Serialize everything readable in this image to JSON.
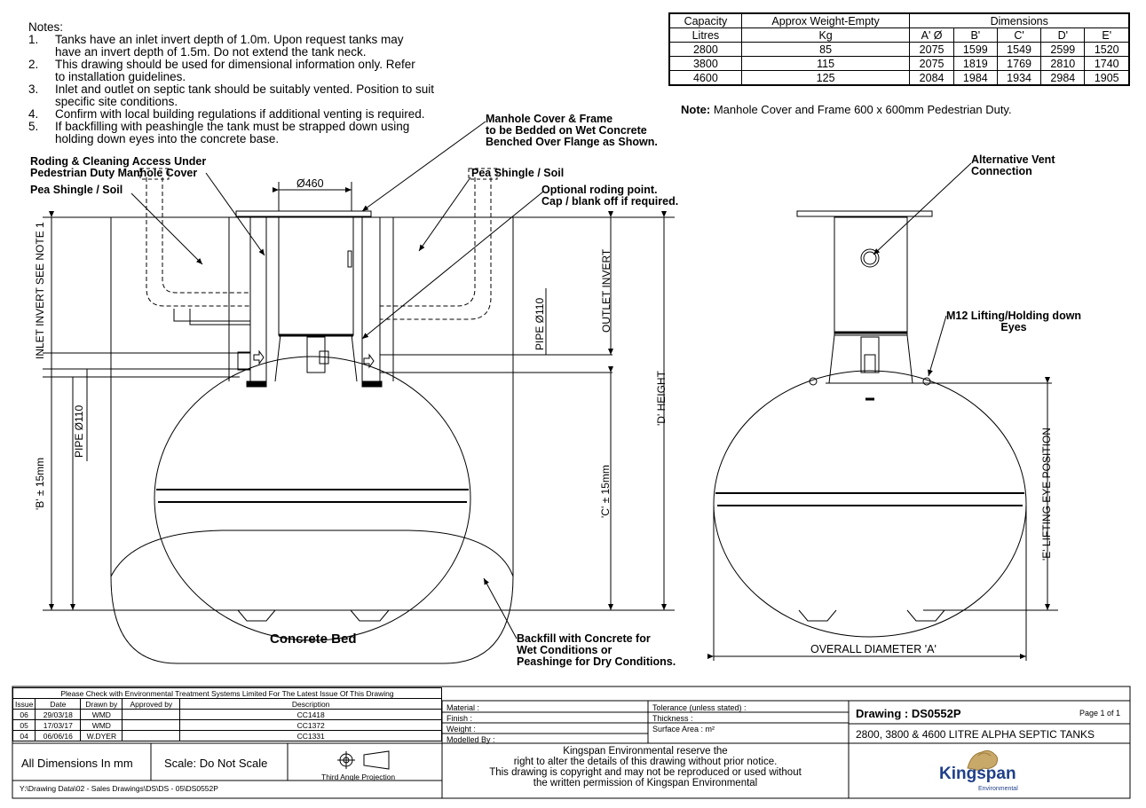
{
  "notes": {
    "title": "Notes:",
    "items": [
      {
        "num": "1.",
        "lines": [
          "Tanks have an inlet invert depth of 1.0m. Upon request tanks may",
          "have an invert depth of 1.5m. Do not extend the tank neck."
        ]
      },
      {
        "num": "2.",
        "lines": [
          "This drawing should be used for dimensional information only. Refer",
          "to installation guidelines."
        ]
      },
      {
        "num": "3.",
        "lines": [
          "Inlet and outlet on septic tank should be suitably vented. Position to suit",
          "specific site conditions."
        ]
      },
      {
        "num": "4.",
        "lines": [
          "Confirm with local building regulations if additional venting is required."
        ]
      },
      {
        "num": "5.",
        "lines": [
          "If backfilling with peashingle the tank must be strapped down using",
          "holding down eyes into the concrete base."
        ]
      }
    ]
  },
  "dimensions_table": {
    "header1": {
      "capacity": "Capacity",
      "weight": "Approx Weight-Empty",
      "dimensions": "Dimensions"
    },
    "header2": [
      "Litres",
      "Kg",
      "A' Ø",
      "B'",
      "C'",
      "D'",
      "E'"
    ],
    "rows": [
      [
        "2800",
        "85",
        "2075",
        "1599",
        "1549",
        "2599",
        "1520"
      ],
      [
        "3800",
        "115",
        "2075",
        "1819",
        "1769",
        "2810",
        "1740"
      ],
      [
        "4600",
        "125",
        "2084",
        "1984",
        "1934",
        "2984",
        "1905"
      ]
    ],
    "note_label": "Note:",
    "note_text": " Manhole Cover and Frame 600 x 600mm Pedestrian Duty."
  },
  "callouts": {
    "manhole_cover": [
      "Manhole Cover & Frame",
      "to be Bedded on Wet Concrete",
      "Benched Over Flange as Shown."
    ],
    "roding": [
      "Roding & Cleaning Access Under",
      "Pedestrian Duty Manhole Cover"
    ],
    "pea_shingle_left": "Pea Shingle / Soil",
    "pea_shingle_right": "Pea Shingle / Soil",
    "dia_460": "Ø460",
    "optional_roding": [
      "Optional roding point.",
      "Cap / blank off if required."
    ],
    "inlet_invert": "INLET INVERT SEE NOTE 1",
    "outlet_invert": "OUTLET INVERT",
    "pipe_110_right": "PIPE Ø110",
    "pipe_110_left": "PIPE Ø110",
    "d_height": "'D' HEIGHT",
    "b_dim": "'B' ± 15mm",
    "c_dim": "'C' ± 15mm",
    "concrete_bed": "Concrete Bed",
    "backfill": [
      "Backfill with Concrete for",
      "Wet Conditions or",
      "Peashinge for Dry Conditions."
    ],
    "alt_vent": [
      "Alternative Vent",
      "Connection"
    ],
    "lifting_eyes": [
      "M12 Lifting/Holding down",
      "Eyes"
    ],
    "e_lifting": "'E' LIFTING EYE POSITION",
    "overall_dia": "OVERALL DIAMETER 'A'"
  },
  "title_block": {
    "check_notice": "Please Check with Environmental Treatment Systems Limited For The Latest Issue Of This Drawing",
    "rev_headers": [
      "Issue",
      "Date",
      "Drawn by",
      "Approved by",
      "Description"
    ],
    "revisions": [
      [
        "06",
        "29/03/18",
        "WMD",
        "",
        "CC1418"
      ],
      [
        "05",
        "17/03/17",
        "WMD",
        "",
        "CC1372"
      ],
      [
        "04",
        "06/06/16",
        "W.DYER",
        "",
        "CC1331"
      ]
    ],
    "all_dims": "All Dimensions In mm",
    "scale": "Scale: Do Not Scale",
    "projection": "Third Angle Projection",
    "path": "Y:\\Drawing Data\\02 - Sales Drawings\\DS\\DS - 05\\DS0552P",
    "material": "Material :",
    "finish": "Finish :",
    "weight": "Weight :",
    "modelled_by": "Modelled By :",
    "tolerance": "Tolerance (unless stated) :",
    "thickness": "Thickness :",
    "surface_area": "Surface Area :  m²",
    "disclaimer": [
      "Kingspan Environmental reserve the",
      "right to alter the details of this drawing without prior notice.",
      "This drawing is copyright and may not be reproduced or used without",
      "the written permission of Kingspan Environmental"
    ],
    "drawing_label": "Drawing : DS0552P",
    "page": "Page 1 of 1",
    "drawing_title": "2800, 3800 & 4600 LITRE ALPHA SEPTIC TANKS",
    "logo_text": "Kingspan",
    "logo_sub": "Environmental"
  }
}
